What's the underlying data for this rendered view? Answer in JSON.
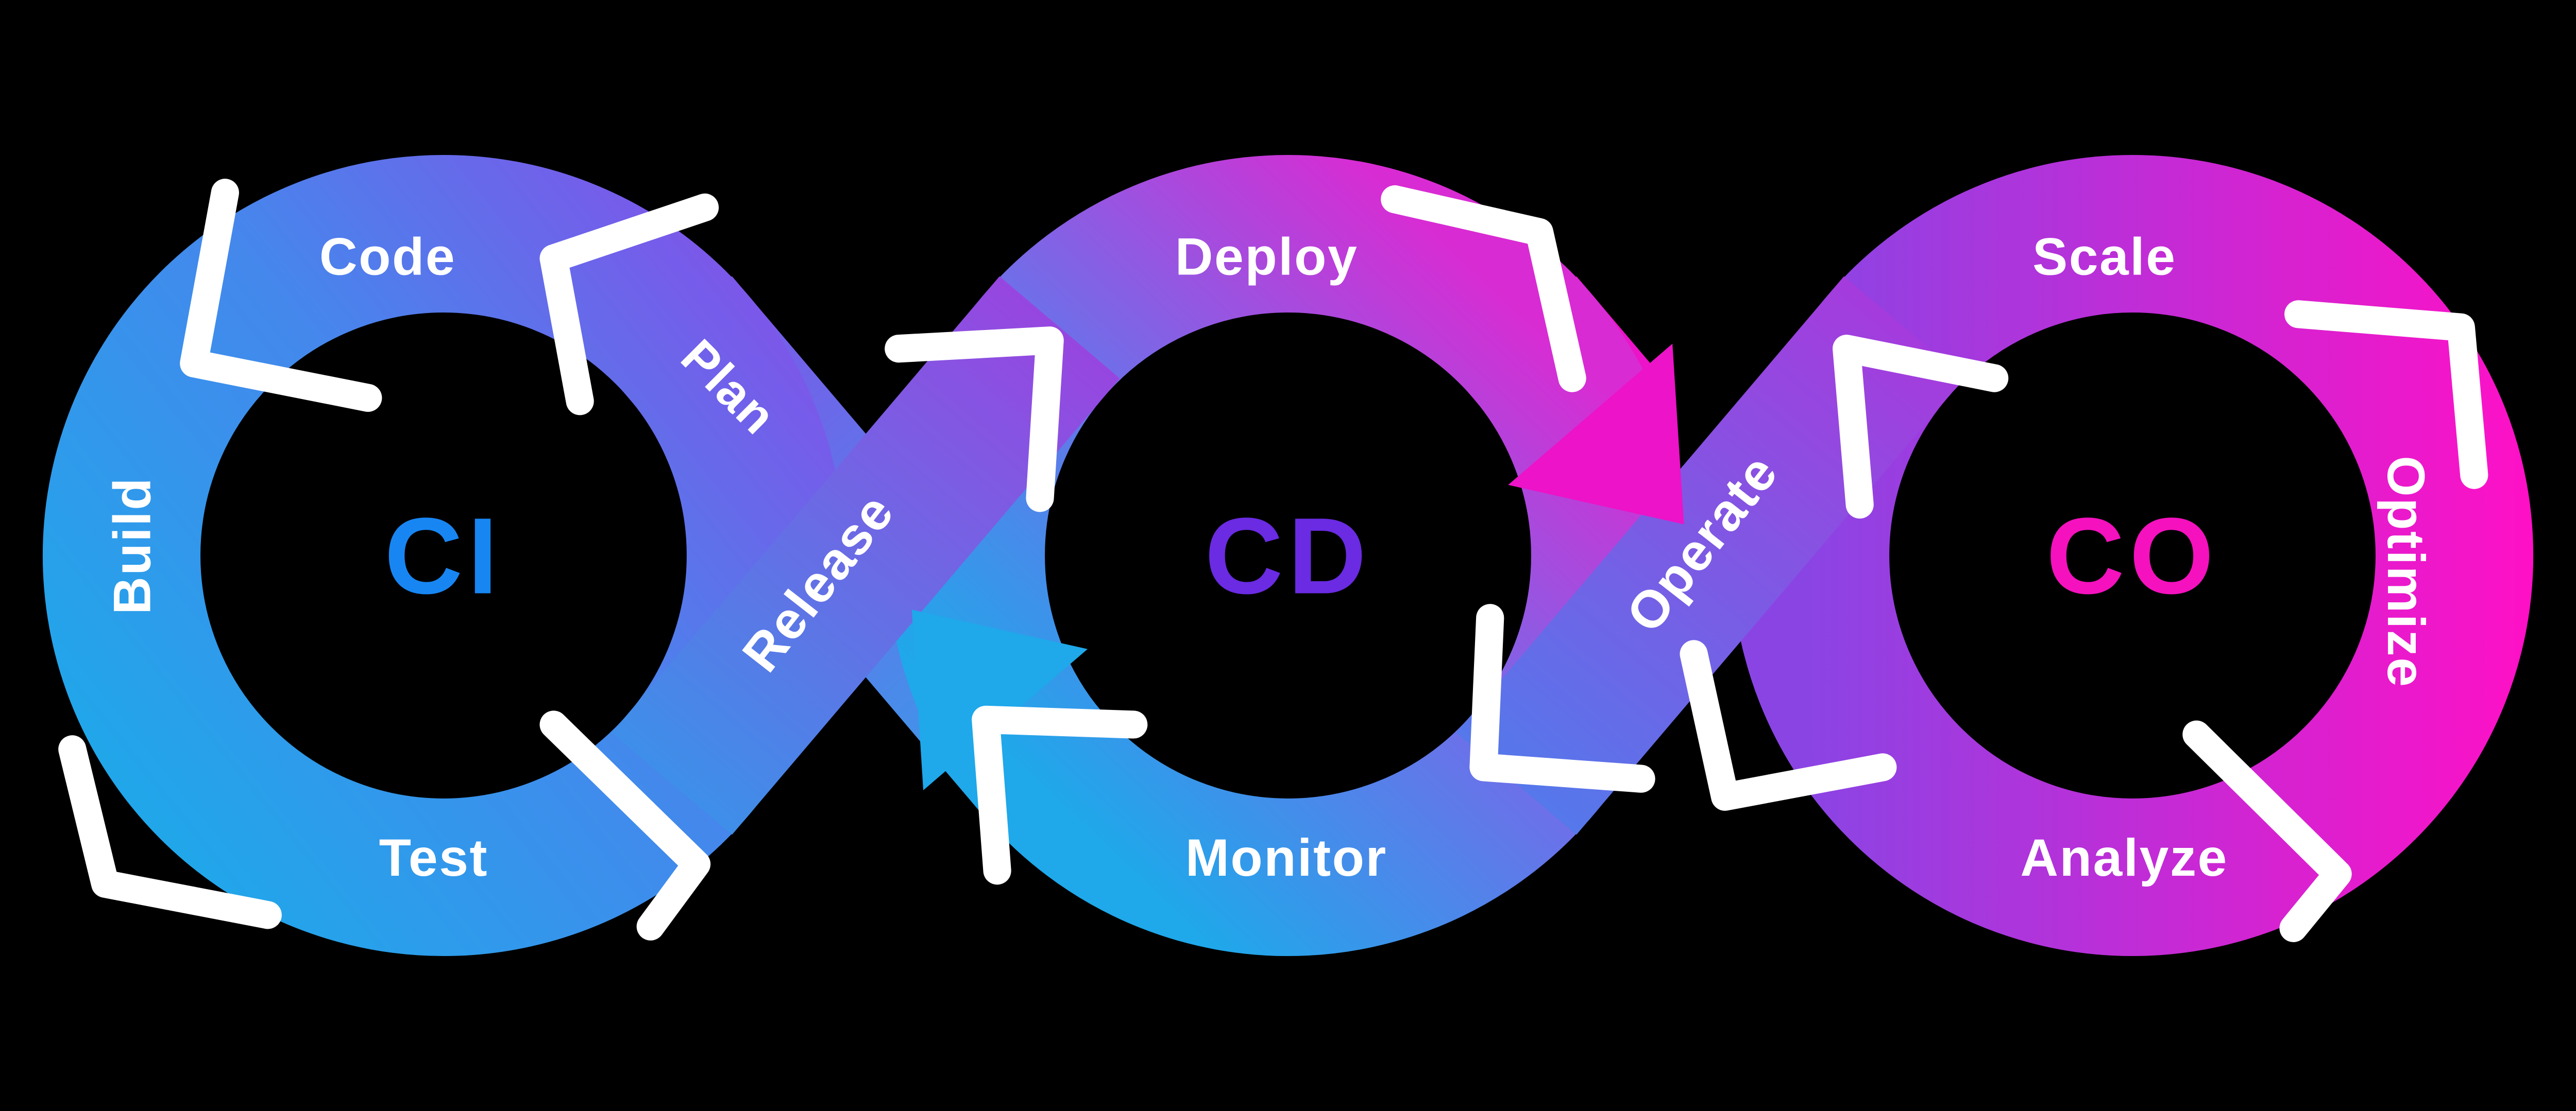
{
  "background": "#000000",
  "palette": {
    "white": "#FFFFFF",
    "cyan": "#1FA8EA",
    "azure": "#4587EC",
    "blue_mid": "#3E8FE9",
    "band_blue": "#35A0E9",
    "periwinkle": "#7E55E9",
    "indigo": "#6E6FE9",
    "blue_violet": "#5578EB",
    "violet": "#9746E0",
    "violet_mid": "#A53BDD",
    "purple_deep": "#8B44E4",
    "magenta": "#D92BD3",
    "magenta_tip": "#EC13C8",
    "pink": "#FF10C6"
  },
  "loops": {
    "ci": {
      "label": "CI",
      "color": "#1886F2",
      "top": "Code",
      "left": "Build",
      "bottom": "Test"
    },
    "cd": {
      "label": "CD",
      "color": "#6A2BE2",
      "top": "Deploy",
      "bottom": "Monitor"
    },
    "co": {
      "label": "CO",
      "color": "#F511BE",
      "top": "Scale",
      "right": "Optimize",
      "bottom": "Analyze"
    }
  },
  "bands": {
    "plan": "Plan",
    "release": "Release",
    "operate": "Operate"
  }
}
